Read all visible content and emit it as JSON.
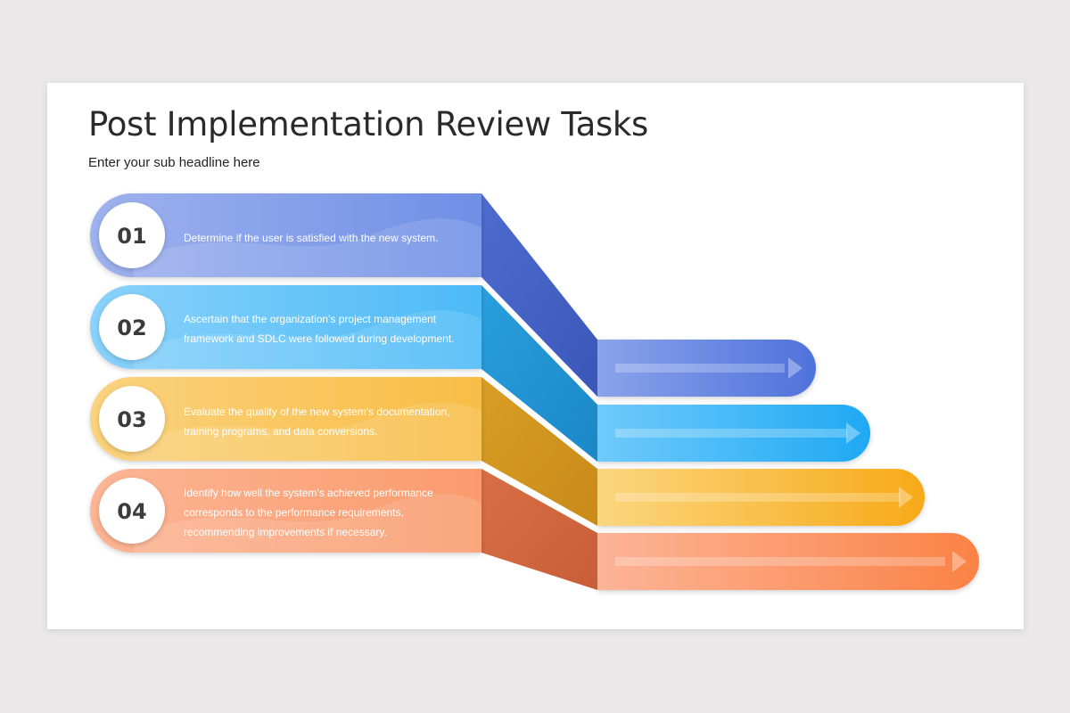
{
  "header": {
    "title": "Post Implementation Review Tasks",
    "subtitle": "Enter your sub headline here"
  },
  "tasks": [
    {
      "number": "01",
      "lines": [
        "Determine if the user is satisfied with the new system."
      ],
      "color": "#5b7fe0"
    },
    {
      "number": "02",
      "lines": [
        "Ascertain that the organization's project management",
        "framework and SDLC were followed during development."
      ],
      "color": "#3db3f5"
    },
    {
      "number": "03",
      "lines": [
        "Evaluate the quality of the new system's documentation,",
        "training programs, and data conversions."
      ],
      "color": "#f7b32b"
    },
    {
      "number": "04",
      "lines": [
        "Identify how well the system's achieved performance",
        "corresponds to the performance requirements,",
        "recommending improvements if necessary."
      ],
      "color": "#fa8a55"
    }
  ]
}
